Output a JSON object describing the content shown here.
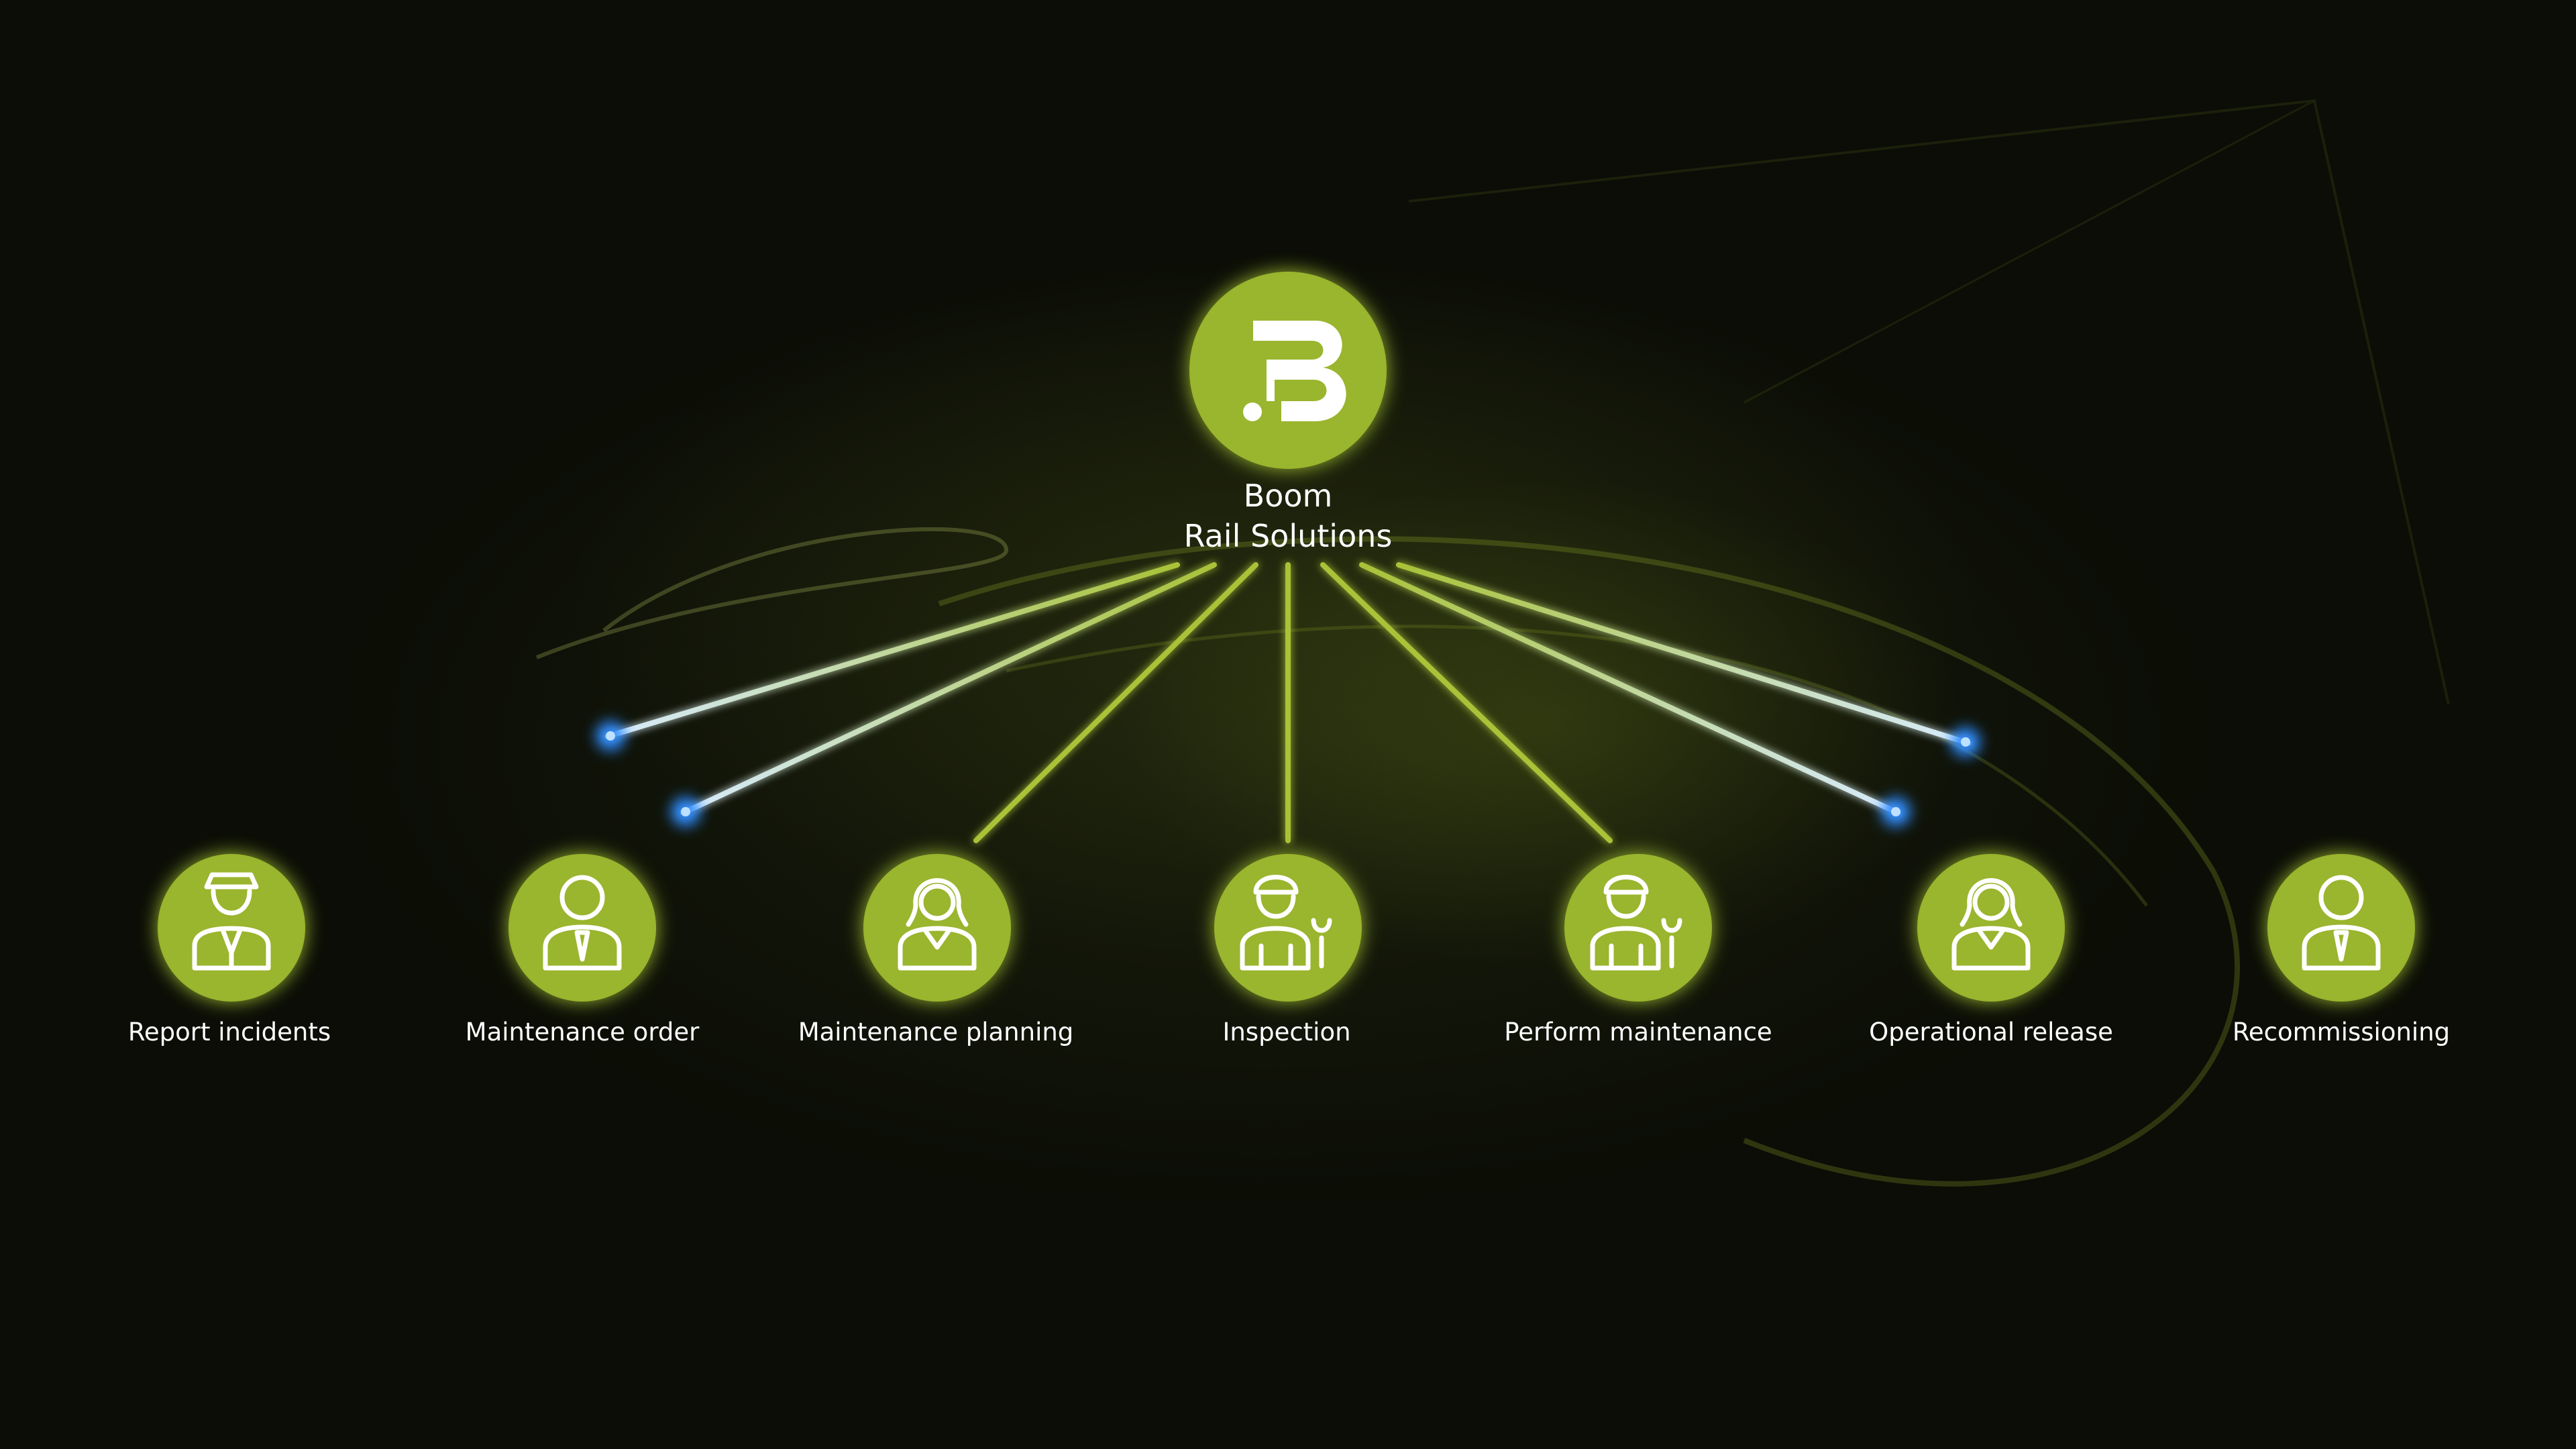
{
  "hub": {
    "name_line1": "Boom",
    "name_line2": "Rail Solutions",
    "logo_letter": "B",
    "logo_icon": "boom-logo-icon"
  },
  "steps": [
    {
      "label": "Report incidents",
      "icon": "conductor-icon"
    },
    {
      "label": "Maintenance order",
      "icon": "businessman-icon"
    },
    {
      "label": "Maintenance planning",
      "icon": "businesswoman-icon"
    },
    {
      "label": "Inspection",
      "icon": "mechanic-wrench-icon"
    },
    {
      "label": "Perform maintenance",
      "icon": "mechanic-wrench-icon"
    },
    {
      "label": "Operational release",
      "icon": "businesswoman-icon"
    },
    {
      "label": "Recommissioning",
      "icon": "businessman-icon"
    }
  ],
  "colors": {
    "accent": "#9ab52d",
    "line": "#a9c238",
    "glow_blue": "#2f8cff",
    "text": "#ffffff",
    "background": "#0c0e07"
  }
}
